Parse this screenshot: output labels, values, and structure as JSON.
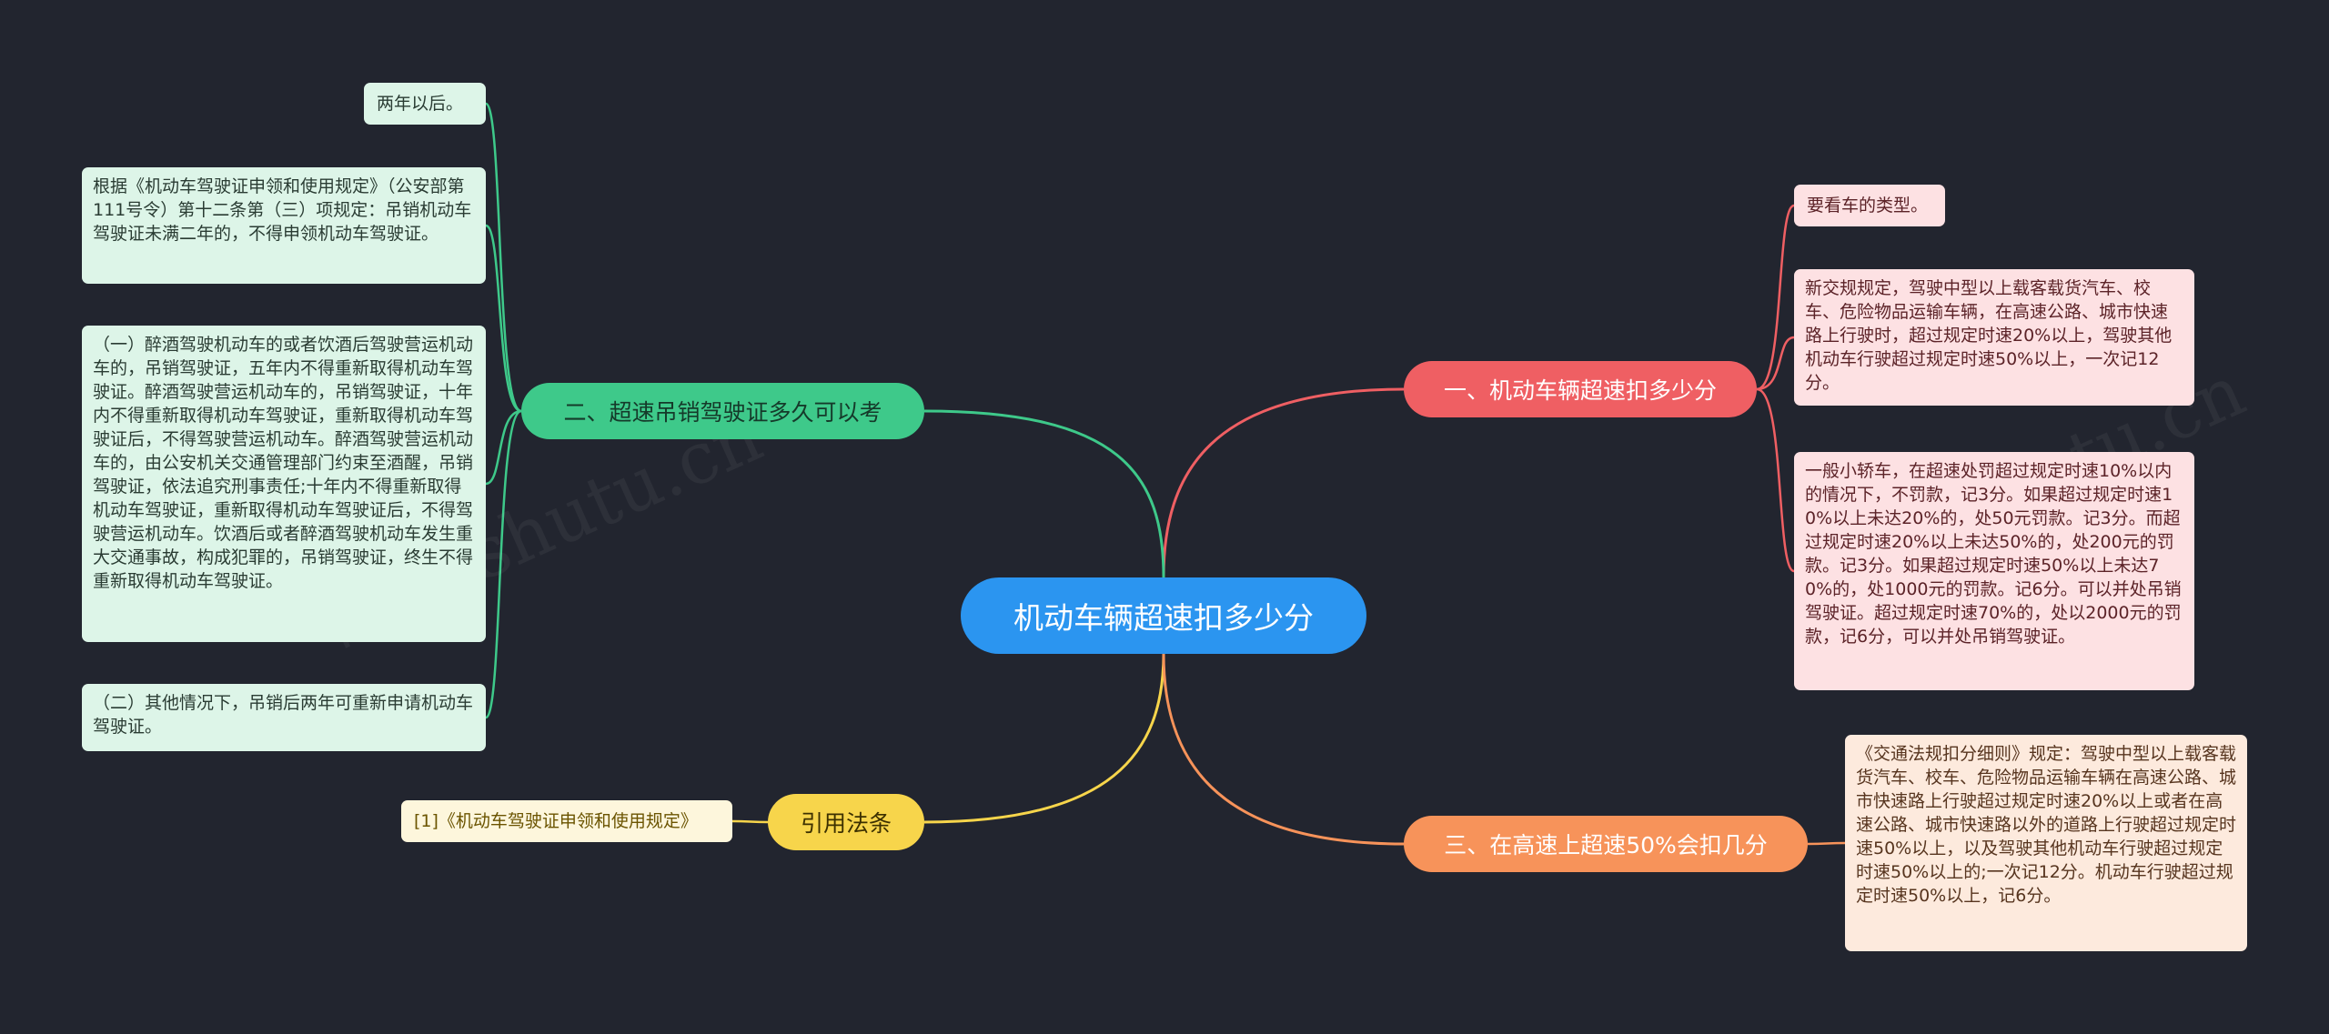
{
  "root": {
    "label": "机动车辆超速扣多少分"
  },
  "branches": {
    "b1": {
      "label": "一、机动车辆超速扣多少分",
      "color": "#ef5f63",
      "leaves": [
        "要看车的类型。",
        "新交规规定，驾驶中型以上载客载货汽车、校车、危险物品运输车辆，在高速公路、城市快速路上行驶时，超过规定时速20%以上，驾驶其他机动车行驶超过规定时速50%以上，一次记12分。",
        "一般小轿车，在超速处罚超过规定时速10%以内的情况下，不罚款，记3分。如果超过规定时速10%以上未达20%的，处50元罚款。记3分。而超过规定时速20%以上未达50%的，处200元的罚款。记3分。如果超过规定时速50%以上未达70%的，处1000元的罚款。记6分。可以并处吊销驾驶证。超过规定时速70%的，处以2000元的罚款，记6分，可以并处吊销驾驶证。"
      ]
    },
    "b2": {
      "label": "二、超速吊销驾驶证多久可以考",
      "color": "#3ec98a",
      "leaves": [
        "两年以后。",
        " 根据《机动车驾驶证申领和使用规定》（公安部第111号令）第十二条第（三）项规定：吊销机动车驾驶证未满二年的，不得申领机动车驾驶证。",
        "（一）醉酒驾驶机动车的或者饮酒后驾驶营运机动车的，吊销驾驶证，五年内不得重新取得机动车驾驶证。醉酒驾驶营运机动车的，吊销驾驶证，十年内不得重新取得机动车驾驶证，重新取得机动车驾驶证后，不得驾驶营运机动车。醉酒驾驶营运机动车的，由公安机关交通管理部门约束至酒醒，吊销驾驶证，依法追究刑事责任;十年内不得重新取得机动车驾驶证，重新取得机动车驾驶证后，不得驾驶营运机动车。饮酒后或者醉酒驾驶机动车发生重大交通事故，构成犯罪的，吊销驾驶证，终生不得重新取得机动车驾驶证。",
        "（二）其他情况下，吊销后两年可重新申请机动车驾驶证。"
      ]
    },
    "b3": {
      "label": "引用法条",
      "color": "#f7d54b",
      "leaves": [
        "[1]《机动车驾驶证申领和使用规定》"
      ]
    },
    "b4": {
      "label": "三、在高速上超速50%会扣几分",
      "color": "#f7935a",
      "leaves": [
        "《交通法规扣分细则》规定：驾驶中型以上载客载货汽车、校车、危险物品运输车辆在高速公路、城市快速路上行驶超过规定时速20%以上或者在高速公路、城市快速路以外的道路上行驶超过规定时速50%以上，以及驾驶其他机动车行驶超过规定时速50%以上的;一次记12分。机动车行驶超过规定时速50%以上，记6分。"
      ]
    }
  },
  "watermarks": [
    "树图 shutu.cn",
    "树图 shutu.cn"
  ]
}
